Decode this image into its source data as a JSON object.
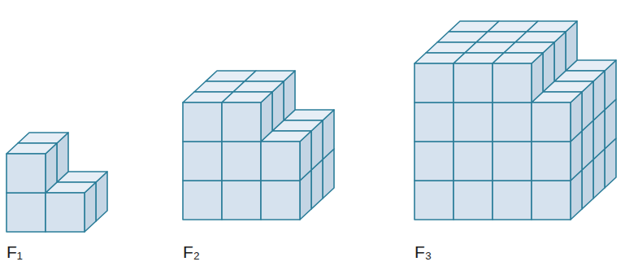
{
  "diagram": {
    "labels": [
      "F₁",
      "F₂",
      "F₃"
    ]
  }
}
